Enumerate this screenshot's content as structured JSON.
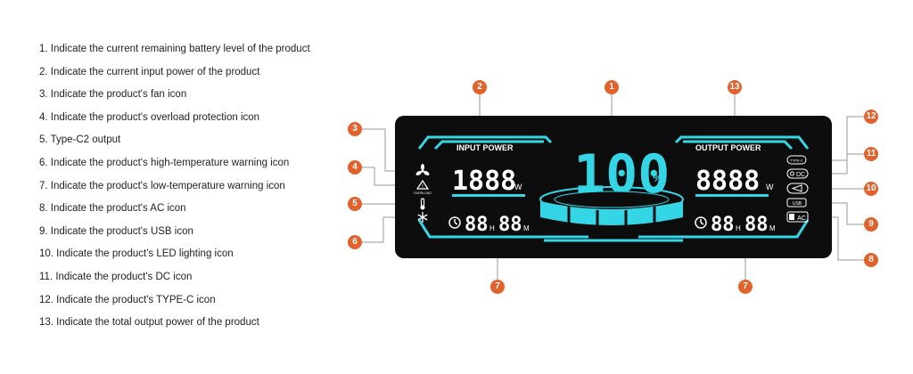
{
  "legend": [
    "1. Indicate the current remaining battery level of the product",
    "2. Indicate the current input power of the product",
    "3. Indicate the product's fan icon",
    "4. Indicate the product's overload protection icon",
    "5. Type-C2 output",
    "6. Indicate the product's high-temperature warning icon",
    "7. Indicate the product's low-temperature warning icon",
    "8. Indicate the product's AC icon",
    "9. Indicate the product's USB icon",
    "10. Indicate the product's LED lighting icon",
    "11. Indicate the product's DC icon",
    "12. Indicate the product's TYPE-C icon",
    "13. Indicate the total output power of the product"
  ],
  "callouts": [
    "1",
    "2",
    "3",
    "4",
    "5",
    "6",
    "7",
    "7",
    "8",
    "9",
    "10",
    "11",
    "12",
    "13"
  ],
  "display": {
    "input_label": "INPUT POWER",
    "output_label": "OUTPUT POWER",
    "input_value": "1888",
    "output_value": "8888",
    "watt_unit": "W",
    "battery_percent": "100",
    "percent_sign": "%",
    "timer_left_hours": "88",
    "timer_left_minutes": "88",
    "timer_right_hours": "88",
    "timer_right_minutes": "88",
    "hour_unit": "H",
    "minute_unit": "M",
    "overload_text": "OVERLOAD",
    "port_typec": "TYPE-C",
    "port_dc": "DC",
    "port_usb": "USB",
    "port_ac": "AC"
  },
  "colors": {
    "accent": "#34d5e4",
    "callout": "#e2622d",
    "panel": "#0d0d0d"
  }
}
